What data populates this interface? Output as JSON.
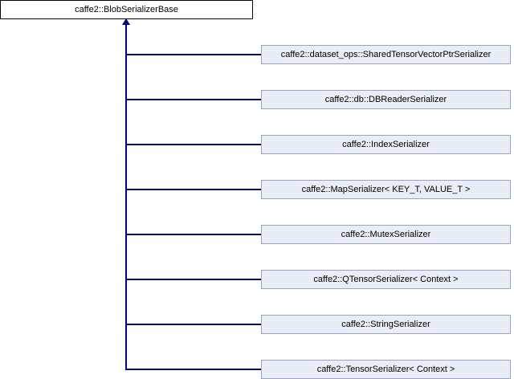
{
  "diagram": {
    "type": "class-inheritance-diagram",
    "base_class": {
      "label": "caffe2::BlobSerializerBase"
    },
    "derived_classes": [
      {
        "label": "caffe2::dataset_ops::SharedTensorVectorPtrSerializer"
      },
      {
        "label": "caffe2::db::DBReaderSerializer"
      },
      {
        "label": "caffe2::IndexSerializer"
      },
      {
        "label": "caffe2::MapSerializer< KEY_T, VALUE_T >"
      },
      {
        "label": "caffe2::MutexSerializer"
      },
      {
        "label": "caffe2::QTensorSerializer< Context >"
      },
      {
        "label": "caffe2::StringSerializer"
      },
      {
        "label": "caffe2::TensorSerializer< Context >"
      }
    ],
    "colors": {
      "background": "#ffffff",
      "edge": "#000080",
      "text": "#000000",
      "base_box_fill": "#ffffff",
      "base_box_border": "#000000",
      "derived_box_fill": "#e9edf5",
      "derived_box_border": "#94a3c9"
    }
  }
}
